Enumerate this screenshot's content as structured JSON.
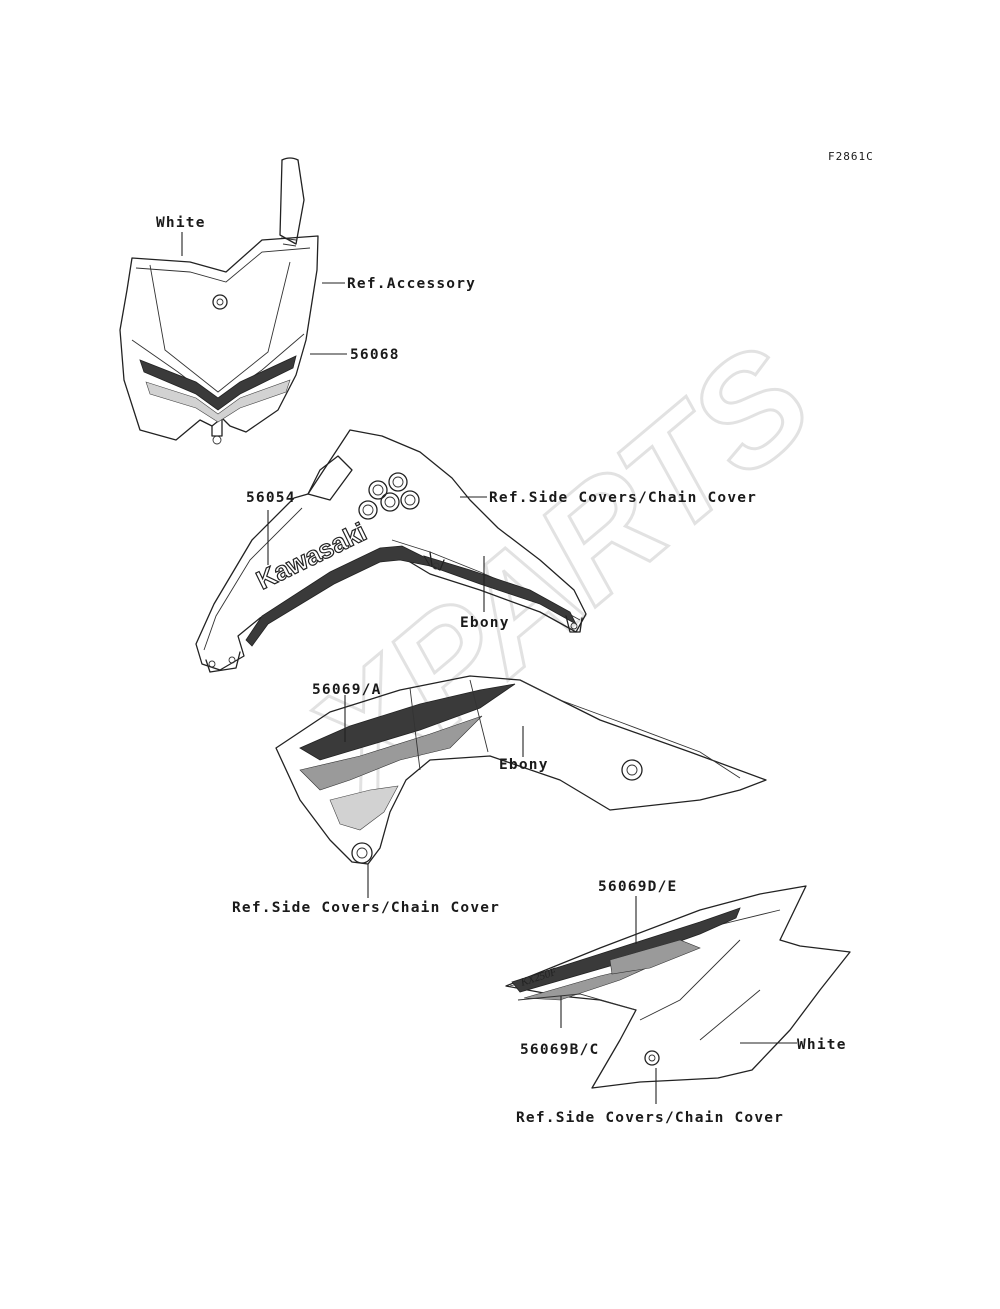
{
  "figure_code": "F2861C",
  "watermark": "XPARTS",
  "front_plate": {
    "color_label": "White",
    "ref_label": "Ref.Accessory",
    "part_number": "56068"
  },
  "shroud_upper": {
    "part_number": "56054",
    "ref_label": "Ref.Side Covers/Chain Cover",
    "color_label": "Ebony",
    "logo_text": "Kawasaki"
  },
  "shroud_lower": {
    "part_number": "56069/A",
    "color_label": "Ebony",
    "ref_label": "Ref.Side Covers/Chain Cover"
  },
  "side_cover": {
    "part_number_top": "56069D/E",
    "part_number_bottom": "56069B/C",
    "color_label": "White",
    "ref_label": "Ref.Side Covers/Chain Cover"
  }
}
